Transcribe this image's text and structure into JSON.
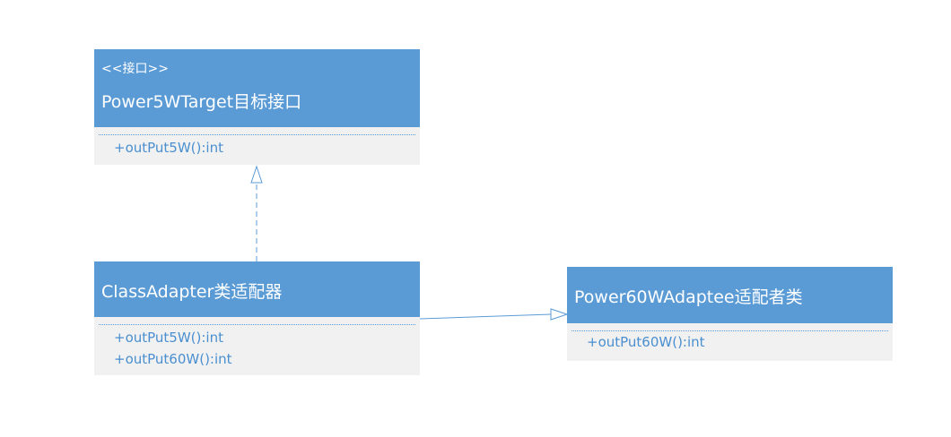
{
  "target": {
    "stereotype": "<<接口>>",
    "name": "Power5WTarget目标接口",
    "methods": [
      "+outPut5W():int"
    ]
  },
  "adapter": {
    "name": "ClassAdapter类适配器",
    "methods": [
      "+outPut5W():int",
      "+outPut60W():int"
    ]
  },
  "adaptee": {
    "name": "Power60WAdaptee适配者类",
    "methods": [
      "+outPut60W():int"
    ]
  },
  "colors": {
    "header": "#5b9bd5",
    "body": "#f1f1f1",
    "method_text": "#4a8fd0",
    "connector": "#5b9bd5"
  }
}
